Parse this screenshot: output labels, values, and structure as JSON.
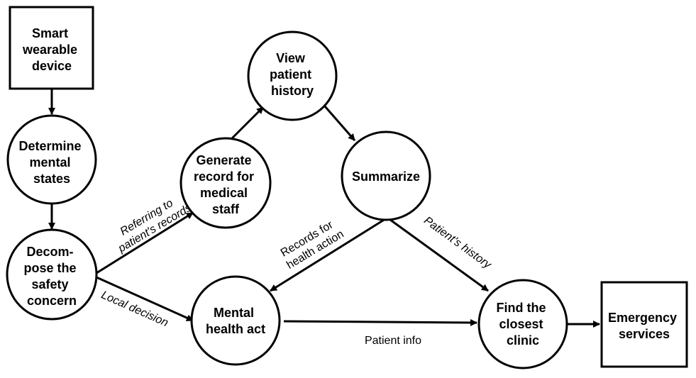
{
  "diagram": {
    "nodes": {
      "smart_wearable": {
        "lines": [
          "Smart",
          "wearable",
          "device"
        ]
      },
      "determine": {
        "lines": [
          "Determine",
          "mental",
          "states"
        ]
      },
      "decompose": {
        "lines": [
          "Decom-",
          "pose the",
          "safety",
          "concern"
        ]
      },
      "generate": {
        "lines": [
          "Generate",
          "record for",
          "medical",
          "staff"
        ]
      },
      "view": {
        "lines": [
          "View",
          "patient",
          "history"
        ]
      },
      "summarize": {
        "lines": [
          "Summarize"
        ]
      },
      "mental_act": {
        "lines": [
          "Mental",
          "health act"
        ]
      },
      "find_clinic": {
        "lines": [
          "Find the",
          "closest",
          "clinic"
        ]
      },
      "emergency": {
        "lines": [
          "Emergency",
          "services"
        ]
      }
    },
    "edge_labels": {
      "referring": [
        "Referring to",
        "patient's records"
      ],
      "local": [
        "Local decision"
      ],
      "records_health": [
        "Records for",
        "health action"
      ],
      "patients_history": [
        "Patient's history"
      ],
      "patient_info": [
        "Patient info"
      ]
    }
  }
}
